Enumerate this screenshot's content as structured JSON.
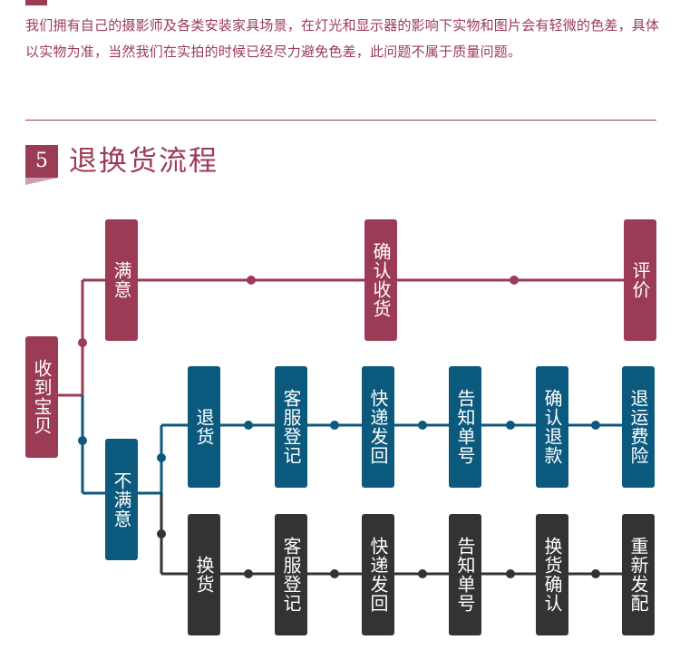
{
  "intro": {
    "text": "我们拥有自己的摄影师及各类安装家具场景，在灯光和显示器的影响下实物和图片会有轻微的色差，具体以实物为准，当然我们在实拍的时候已经尽力避免色差，此问题不属于质量问题。"
  },
  "section": {
    "number": "5",
    "title": "退换货流程"
  },
  "flow": {
    "start": "收到宝贝",
    "satisfied": {
      "label": "满意",
      "steps": [
        "确认收货",
        "评价"
      ]
    },
    "unsatisfied": {
      "label": "不满意",
      "return_path": [
        "退货",
        "客服登记",
        "快递发回",
        "告知单号",
        "确认退款",
        "退运费险"
      ],
      "exchange_path": [
        "换货",
        "客服登记",
        "快递发回",
        "告知单号",
        "换货确认",
        "重新发配"
      ]
    }
  },
  "colors": {
    "satisfied": "#9b3b55",
    "return": "#0b5a7e",
    "exchange": "#333333"
  }
}
